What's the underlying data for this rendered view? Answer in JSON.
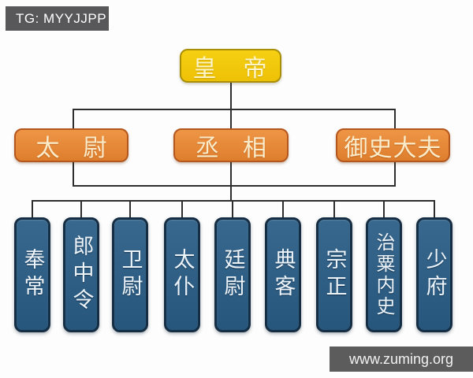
{
  "badges": {
    "telegram": "TG: MYYJJPP",
    "website": "www.zuming.org"
  },
  "org_chart": {
    "type": "org-tree",
    "root": {
      "label": "皇　帝"
    },
    "level2": [
      {
        "label": "太　尉"
      },
      {
        "label": "丞　相"
      },
      {
        "label": "御史大夫"
      }
    ],
    "level3": [
      {
        "label": "奉常"
      },
      {
        "label": "郎中令"
      },
      {
        "label": "卫尉"
      },
      {
        "label": "太仆"
      },
      {
        "label": "廷尉"
      },
      {
        "label": "典客"
      },
      {
        "label": "宗正"
      },
      {
        "label": "治粟内史"
      },
      {
        "label": "少府"
      }
    ]
  },
  "colors": {
    "emperor_fill": "#F0C80D",
    "emperor_border": "#A98E07",
    "minister_fill": "#E8893B",
    "minister_border": "#B4571E",
    "bureau_fill": "#2E6187",
    "bureau_border": "#152E44",
    "connector_line": "#2E2E2E",
    "tg_badge_bg": "#58585A",
    "site_badge_bg": "#5C5C5C",
    "background": "#FDFDFD"
  }
}
